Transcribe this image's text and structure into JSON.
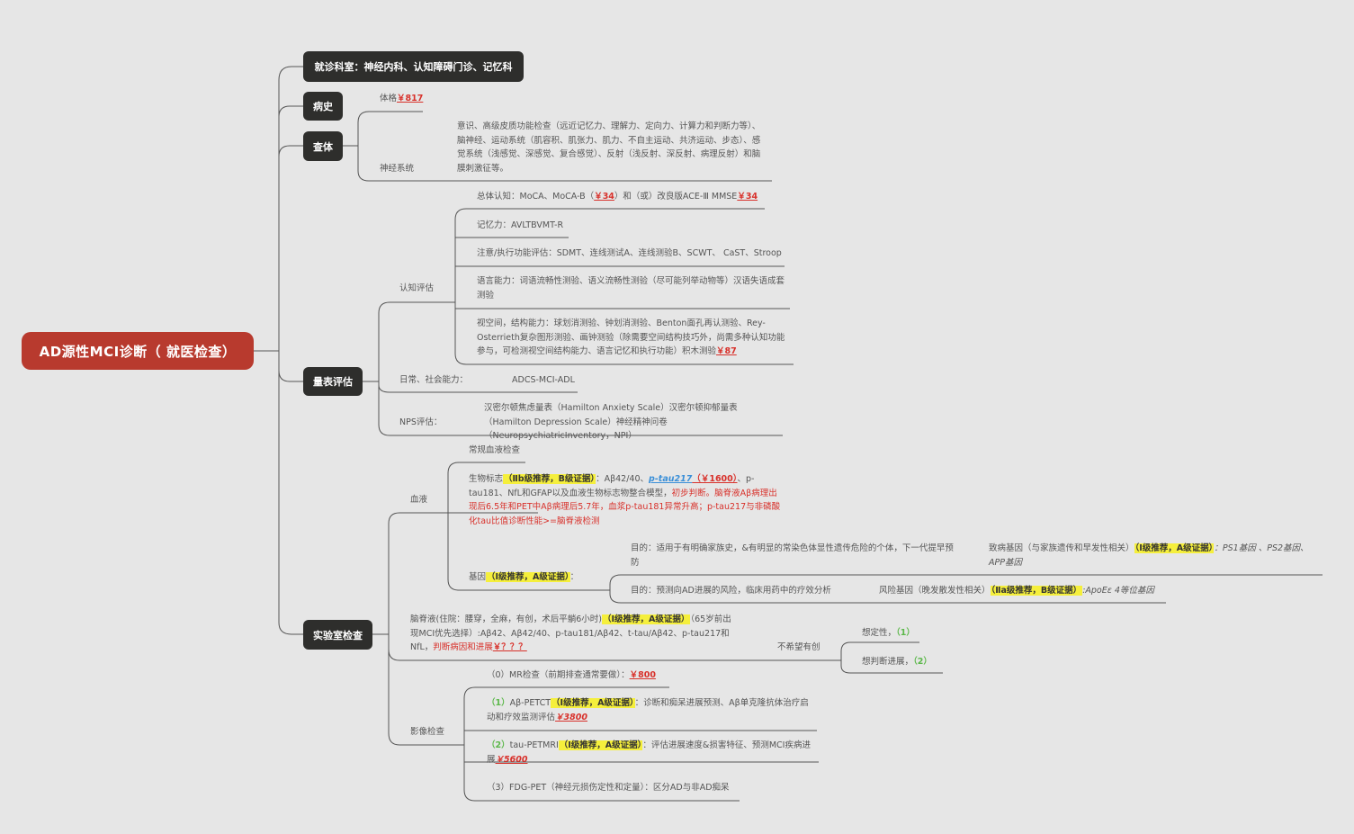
{
  "root": "AD源性MCI诊断（ 就医检查）",
  "categories": {
    "dept": "就诊科室：神经内科、认知障碍门诊、记忆科",
    "history": "病史",
    "exam": "查体",
    "scale": "量表评估",
    "lab": "实验室检查"
  },
  "exam": {
    "body_label": "体格",
    "body_price": "￥817",
    "neuro_label": "神经系统",
    "neuro_text": "意识、高级皮质功能检查（远近记忆力、理解力、定向力、计算力和判断力等）、脑神经、运动系统（肌容积、肌张力、肌力、不自主运动、共济运动、步态）、感觉系统（浅感觉、深感觉、复合感觉）、反射（浅反射、深反射、病理反射）和脑膜刺激征等。"
  },
  "scale": {
    "cognitive_label": "认知评估",
    "overall_a": "总体认知：MoCA、MoCA-B（",
    "overall_price1": "￥34",
    "overall_b": "）和（或）改良版ACE-Ⅲ MMSE",
    "overall_price2": "￥34",
    "memory": "记忆力：AVLTBVMT-R",
    "attention": "注意/执行功能评估：SDMT、连线测试A、连线测验B、SCWT、 CaST、Stroop",
    "language": "语言能力：词语流畅性测验、语义流畅性测验（尽可能列举动物等）汉语失语成套测验",
    "visual": "视空间，结构能力：球划消测验、钟划消测验、Benton面孔再认测验、Rey-Osterrieth复杂图形测验、画钟测验（除需要空间结构技巧外，尚需多种认知功能参与，可检测视空间结构能力、语言记忆和执行功能）积木测验",
    "visual_price": "￥87",
    "daily_label": "日常、社会能力：",
    "daily_value": "ADCS-MCI-ADL",
    "nps_label": "NPS评估：",
    "nps_value": "汉密尔顿焦虑量表（Hamilton Anxiety Scale）汉密尔顿抑郁量表（Hamilton Depression Scale）神经精神问卷（NeuropsychiatricInventory，NPI）"
  },
  "lab": {
    "blood_label": "血液",
    "routine": "常规血液检查",
    "bio_a": "生物标志",
    "bio_hl": "（Ⅱb级推荐，B级证据）",
    "bio_b": "：Aβ42/40、",
    "bio_ptau": "p-tau217",
    "bio_price": "（￥1600）",
    "bio_c": "、p-tau181、NfL和GFAP以及血液生物标志物整合模型，",
    "bio_red1": "初步判断。脑脊液Aβ病理出现后6.5年和PET中Aβ病理后5.7年，血浆p-tau181异常升高；p-tau217与非磷酸化tau比值诊断性能>=脑脊液检测",
    "gene_a": "基因",
    "gene_hl": "（Ⅰ级推荐，A级证据）",
    "gene_b": "：",
    "gene_goal1": "目的：适用于有明确家族史，&有明显的常染色体显性遗传危险的个体，下一代提早预防",
    "gene_cause_a": "致病基因（与家族遗传和早发性相关）",
    "gene_cause_hl": "（Ⅰ级推荐，A级证据）",
    "gene_cause_b": "：PS1基因 、PS2基因、APP基因",
    "gene_goal2": "目的：预测向AD进展的风险，临床用药中的疗效分析",
    "gene_risk_a": "风险基因（晚发散发性相关）",
    "gene_risk_hl": "（Ⅱa级推荐，B级证据）",
    "gene_risk_b": ":ApoEε 4等位基因",
    "csf_a": "脑脊液(住院：腰穿，全麻，有创，术后平躺6小时)",
    "csf_hl": "（Ⅰ级推荐，A级证据）",
    "csf_b": "（65岁前出现MCI优先选择）:Aβ42、Aβ42/40、p-tau181/Aβ42、t-tau/Aβ42、p-tau217和NfL，",
    "csf_red": "判断病因和进展",
    "csf_price": "￥？？？",
    "no_invasive": "不希望有创",
    "want_nature": "想定性，",
    "want_nature_n": "（1）",
    "want_progress": "想判断进展，",
    "want_progress_n": "（2）",
    "imaging_label": "影像检查",
    "mr_a": "（0）MR检查（前期排查通常要做）：",
    "mr_price": "￥800",
    "abpet_n": "（1）",
    "abpet_a": "Aβ-PETCT",
    "abpet_hl": "（Ⅰ级推荐，A级证据）",
    "abpet_b": "：诊断和痴呆进展预测、Aβ单克隆抗体治疗启动和疗效监测评估",
    "abpet_price": "￥3800",
    "taupet_n": "（2）",
    "taupet_a": "tau-PETMRI",
    "taupet_hl": "（Ⅰ级推荐，A级证据）",
    "taupet_b": "：评估进展速度&损害特征、预测MCI疾病进展",
    "taupet_price": "￥5600",
    "fdg": "（3）FDG-PET（神经元损伤定性和定量）：区分AD与非AD痴呆"
  }
}
